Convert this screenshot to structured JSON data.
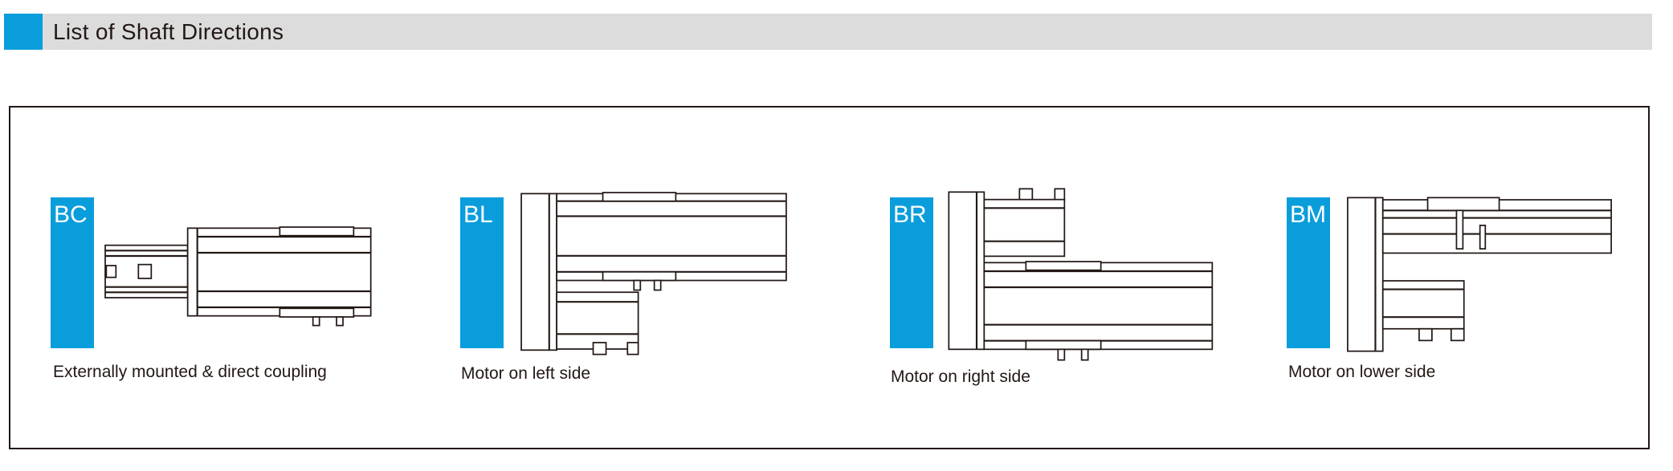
{
  "header": {
    "title": "List of Shaft Directions",
    "accent_color": "#0a9ddb"
  },
  "items": [
    {
      "code": "BC",
      "caption": "Externally mounted & direct coupling"
    },
    {
      "code": "BL",
      "caption": "Motor on left side"
    },
    {
      "code": "BR",
      "caption": "Motor on right side"
    },
    {
      "code": "BM",
      "caption": "Motor on lower side"
    }
  ]
}
